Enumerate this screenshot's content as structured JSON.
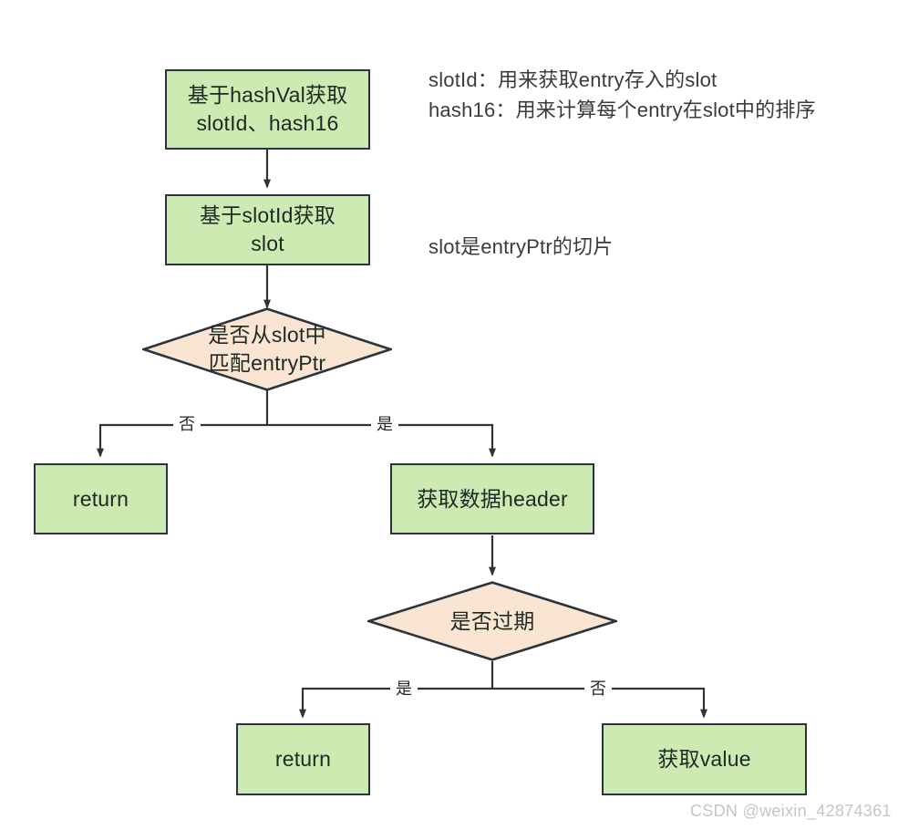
{
  "diagram": {
    "title": "Redis entry lookup flowchart",
    "colors": {
      "process_fill": "#cdeab3",
      "decision_fill": "#fae4d2",
      "stroke": "#2b333b",
      "text": "#1d2a24",
      "annotation_text": "#3b3b3b",
      "watermark_text": "#c6c6c6",
      "background": "#ffffff"
    },
    "nodes": [
      {
        "id": "n1",
        "type": "process",
        "label": "基于hashVal获取\nslotId、hash16"
      },
      {
        "id": "n2",
        "type": "process",
        "label": "基于slotId获取\nslot"
      },
      {
        "id": "d1",
        "type": "decision",
        "label": "是否从slot中\n匹配entryPtr"
      },
      {
        "id": "n3",
        "type": "process",
        "label": "return"
      },
      {
        "id": "n4",
        "type": "process",
        "label": "获取数据header"
      },
      {
        "id": "d2",
        "type": "decision",
        "label": "是否过期"
      },
      {
        "id": "n5",
        "type": "process",
        "label": "return"
      },
      {
        "id": "n6",
        "type": "process",
        "label": "获取value"
      }
    ],
    "edge_labels": [
      {
        "id": "e1",
        "label": "否"
      },
      {
        "id": "e2",
        "label": "是"
      },
      {
        "id": "e3",
        "label": "是"
      },
      {
        "id": "e4",
        "label": "否"
      }
    ],
    "annotations": [
      {
        "id": "a1",
        "text": "slotId：用来获取entry存入的slot\nhash16：用来计算每个entry在slot中的排序"
      },
      {
        "id": "a2",
        "text": "slot是entryPtr的切片"
      }
    ],
    "watermark": "CSDN @weixin_42874361"
  }
}
